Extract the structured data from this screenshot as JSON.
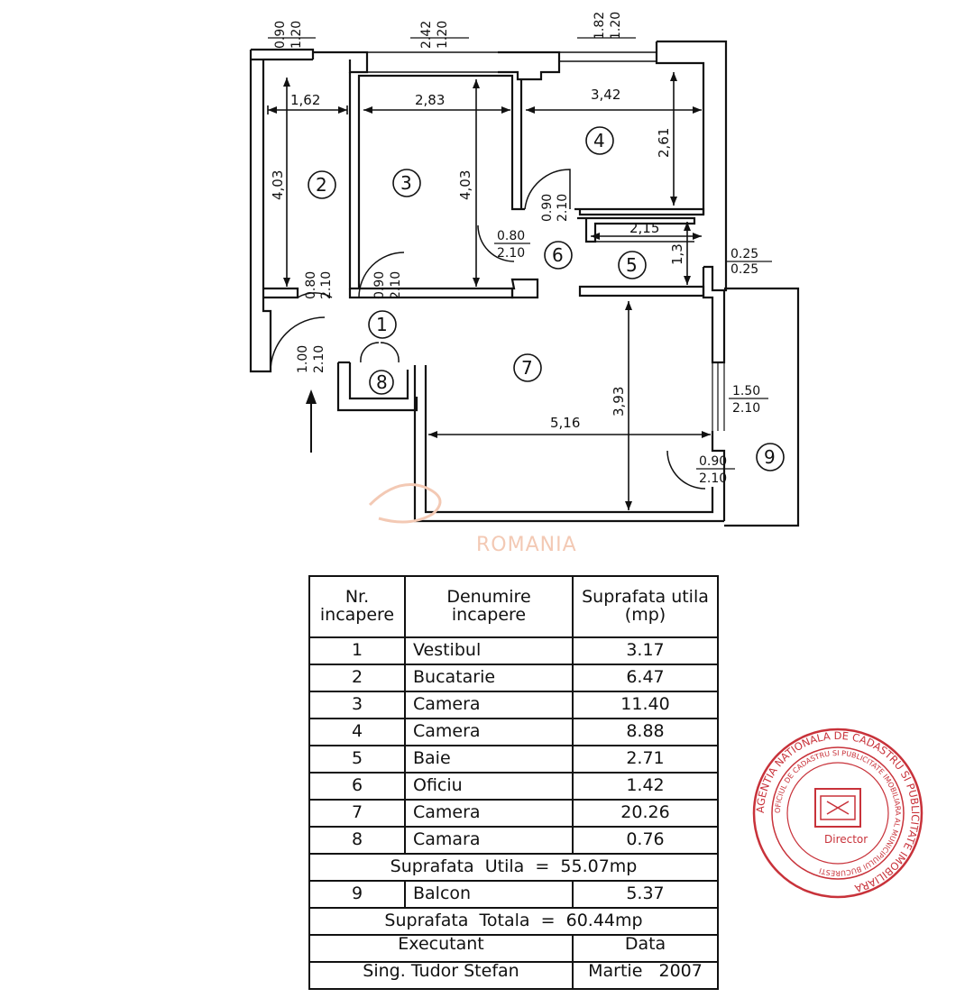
{
  "plan": {
    "top_dims": [
      {
        "w": "0.90",
        "h": "1.20"
      },
      {
        "w": "2.42",
        "h": "1.20"
      },
      {
        "w": "1.82",
        "h": "1.20"
      }
    ],
    "widths": {
      "r2": "1,62",
      "r3": "2,83",
      "r4": "3,42",
      "r5": "2,15",
      "r7": "5,16"
    },
    "heights": {
      "r2": "4,03",
      "r3": "4,03",
      "r4": "2,61",
      "r5": "1,3",
      "r7": "3,93"
    },
    "doors": {
      "d2": {
        "w": "0.80",
        "h": "2.10"
      },
      "d3": {
        "w": "0.90",
        "h": "2.10"
      },
      "d4": {
        "w": "0.90",
        "h": "2.10"
      },
      "d6": {
        "w": "0.80",
        "h": "2.10"
      },
      "entry": {
        "w": "1.00",
        "h": "2.10"
      },
      "balcony_window": {
        "w": "1.50",
        "h": "2.10"
      },
      "balcony_door": {
        "w": "0.90",
        "h": "2.10"
      },
      "vent": {
        "w": "0.25",
        "h": "0.25"
      }
    },
    "room_numbers": [
      "1",
      "2",
      "3",
      "4",
      "5",
      "6",
      "7",
      "8",
      "9"
    ]
  },
  "watermark": "ROMANIA",
  "table": {
    "headers": {
      "nr": "Nr.\nincapere",
      "name": "Denumire\nincapere",
      "area": "Suprafata  utila\n(mp)"
    },
    "rows": [
      {
        "nr": "1",
        "name": "Vestibul",
        "area": "3.17"
      },
      {
        "nr": "2",
        "name": "Bucatarie",
        "area": "6.47"
      },
      {
        "nr": "3",
        "name": "Camera",
        "area": "11.40"
      },
      {
        "nr": "4",
        "name": "Camera",
        "area": "8.88"
      },
      {
        "nr": "5",
        "name": "Baie",
        "area": "2.71"
      },
      {
        "nr": "6",
        "name": "Oficiu",
        "area": "1.42"
      },
      {
        "nr": "7",
        "name": "Camera",
        "area": "20.26"
      },
      {
        "nr": "8",
        "name": "Camara",
        "area": "0.76"
      }
    ],
    "suprafata_utila": "Suprafata  Utila  =  55.07mp",
    "balcon": {
      "nr": "9",
      "name": "Balcon",
      "area": "5.37"
    },
    "suprafata_totala": "Suprafata  Totala  =  60.44mp",
    "executant_label": "Executant",
    "executant_name": "Sing. Tudor Stefan",
    "data_label": "Data",
    "data_value": "Martie   2007"
  },
  "stamp": {
    "outer": "AGENTIA NATIONALA DE CADASTRU SI PUBLICITATE IMOBILIARA",
    "inner": "OFICIUL DE CADASTRU SI PUBLICITATE IMOBILIARA AL MUNICIPIULUI BUCURESTI",
    "center": "Director"
  }
}
